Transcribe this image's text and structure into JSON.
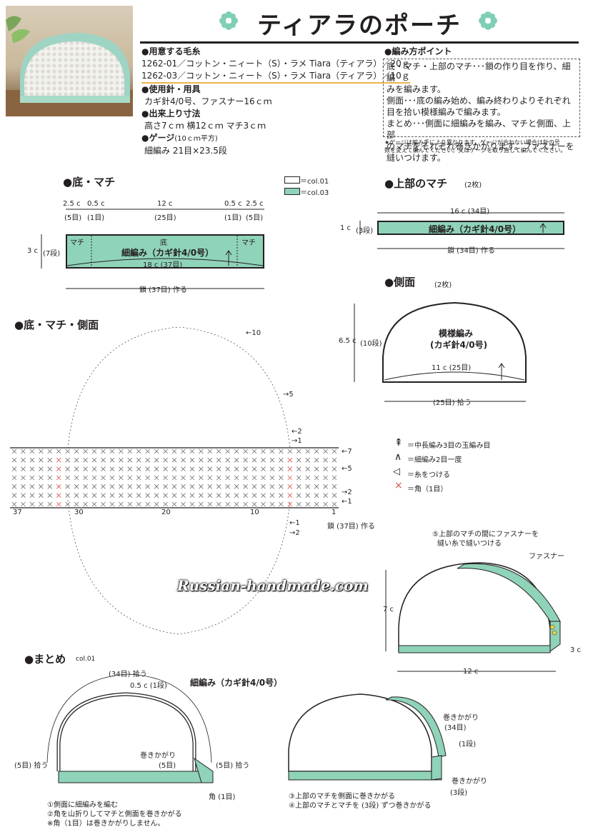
{
  "title": "ティアラのポーチ",
  "materials": {
    "yarn_heading": "●用意する毛糸",
    "yarn_lines": [
      "1262-01／コットン・ニィート（S）・ラメ Tiara（ティアラ）／20ｇ",
      "1262-03／コットン・ニィート（S）・ラメ Tiara（ティアラ）／10ｇ"
    ],
    "tools_heading": "●使用針・用具",
    "tools": "カギ針4/0号、ファスナー16ｃｍ",
    "size_heading": "●出来上り寸法",
    "size": "高さ7ｃｍ  横12ｃｍ  マチ3ｃｍ",
    "gauge_heading": "●ゲージ",
    "gauge_unit": "(10ｃｍ平方)",
    "gauge": "細編み  21目×23.5段"
  },
  "points": {
    "heading": "●編み方ポイント",
    "lines": [
      "底・マチ・上部のマチ･･･鎖の作り目を作り、細編",
      "みを編みます。",
      "側面･･･底の編み始め、編み終わりよりそれぞれ",
      "目を拾い模様編みで編みます。",
      "まとめ･･･側面に細編みを編み、マチと側面、上部",
      "のマチをそれぞれ巻きかがります。ファスナーを",
      "縫いつけます。"
    ],
    "note1": "★ゲージは編み手により異なります。ゲージが合わない場合は針の号",
    "note2": "数を変えて編んでください。又はゲージを取り直して編んでください。"
  },
  "legend_colors": {
    "col01": "＝col.01",
    "col03": "＝col.03"
  },
  "colors": {
    "mint": "#8fd3b9",
    "line": "#231f20",
    "red": "#d9534f"
  },
  "bottom": {
    "title": "●底・マチ",
    "dims": [
      "2.5 c",
      "0.5 c",
      "12 c",
      "0.5 c",
      "2.5 c"
    ],
    "stitches": [
      "(5目)",
      "(1目)",
      "(25目)",
      "(1目)",
      "(5目)"
    ],
    "label_machi": "マチ",
    "label_soko": "底",
    "label_stitch": "細編み（カギ針4/0号）",
    "width_label": "18 c (37目)",
    "height": "3 c",
    "rows": "(7段)",
    "chain": "鎖 (37目) 作る"
  },
  "top_gusset": {
    "title": "●上部のマチ",
    "count": "(2枚)",
    "width": "16 c (34目)",
    "height": "1 c",
    "rows": "(3段)",
    "stitch": "細編み（カギ針4/0号）",
    "chain": "鎖 (34目) 作る"
  },
  "side": {
    "title": "●側面",
    "count": "(2枚)",
    "height": "6.5 c",
    "rows": "(10段)",
    "pattern": "模様編み",
    "hook": "(カギ針4/0号)",
    "base": "11 c (25目)",
    "pick": "(25目) 拾う"
  },
  "chart": {
    "title": "●底・マチ・側面",
    "row10": "←10",
    "row5": "→5",
    "row2a": "←2",
    "row1a": "→1",
    "row7": "←7",
    "row5b": "←5",
    "row2b": "→2",
    "row1b": "←1",
    "row1c": "←1",
    "row2c": "→2",
    "x_labels": [
      "37",
      "30",
      "20",
      "10",
      "1"
    ],
    "chain": "鎖 (37目) 作る"
  },
  "symbols": {
    "s1": "＝中長編み3目の玉編み目",
    "s2": "＝細編み2目一度",
    "s3": "＝糸をつける",
    "s4": "＝角（1目）"
  },
  "zipper": {
    "note": [
      "⑤上部のマチの間にファスナーを",
      "縫い糸で縫いつける"
    ],
    "label": "ファスナー",
    "height": "7 c",
    "width": "12 c",
    "depth": "3 c"
  },
  "finish": {
    "title": "●まとめ",
    "col": "col.01",
    "pick34": "(34目) 拾う",
    "row05": "0.5 c (1段)",
    "stitch": "細編み（カギ針4/0号）",
    "maki": "巻きかがり",
    "maki5": "(5目)",
    "pick5a": "(5目) 拾う",
    "pick5b": "(5目) 拾う",
    "corner": "角 (1目)",
    "notes": [
      "①側面に細編みを編む",
      "②角を山折りしてマチと側面を巻きかがる",
      "※角（1目）は巻きかがりしません。"
    ],
    "maki34a": "巻きかがり",
    "maki34b": "(34目)",
    "row1": "(1段)",
    "maki3a": "巻きかがり",
    "maki3b": "(3段)",
    "notes2": [
      "③上部のマチを側面に巻きかがる",
      "④上部のマチとマチを (3段) ずつ巻きかがる"
    ]
  },
  "watermark": "Russian-handmade.com"
}
